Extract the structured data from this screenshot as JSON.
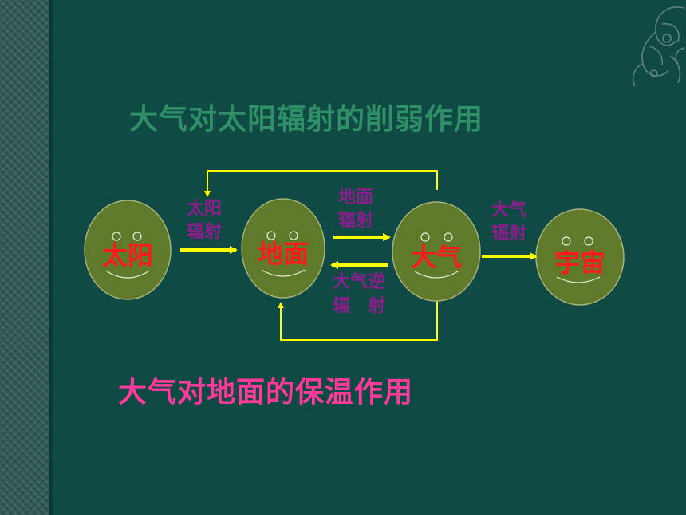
{
  "titles": {
    "top": "大气对太阳辐射的削弱作用",
    "bottom": "大气对地面的保温作用"
  },
  "nodes": {
    "sun": "太阳",
    "ground": "地面",
    "atmosphere": "大气",
    "universe": "宇宙"
  },
  "arrows": {
    "solar_radiation": [
      "太阳",
      "辐射"
    ],
    "ground_radiation": [
      "地面",
      "辐射"
    ],
    "counter_radiation": [
      "大气逆",
      "辐　射"
    ],
    "atmosphere_radiation": [
      "大气",
      "辐射"
    ]
  },
  "colors": {
    "background": "#0f4a45",
    "face_fill": "#5e7a2a",
    "node_text": "#ff1a1a",
    "arrow": "#ffff00",
    "arrow_label": "#8a1e8a",
    "title_top": "#2f9068",
    "title_bottom": "#ff3a9a"
  }
}
